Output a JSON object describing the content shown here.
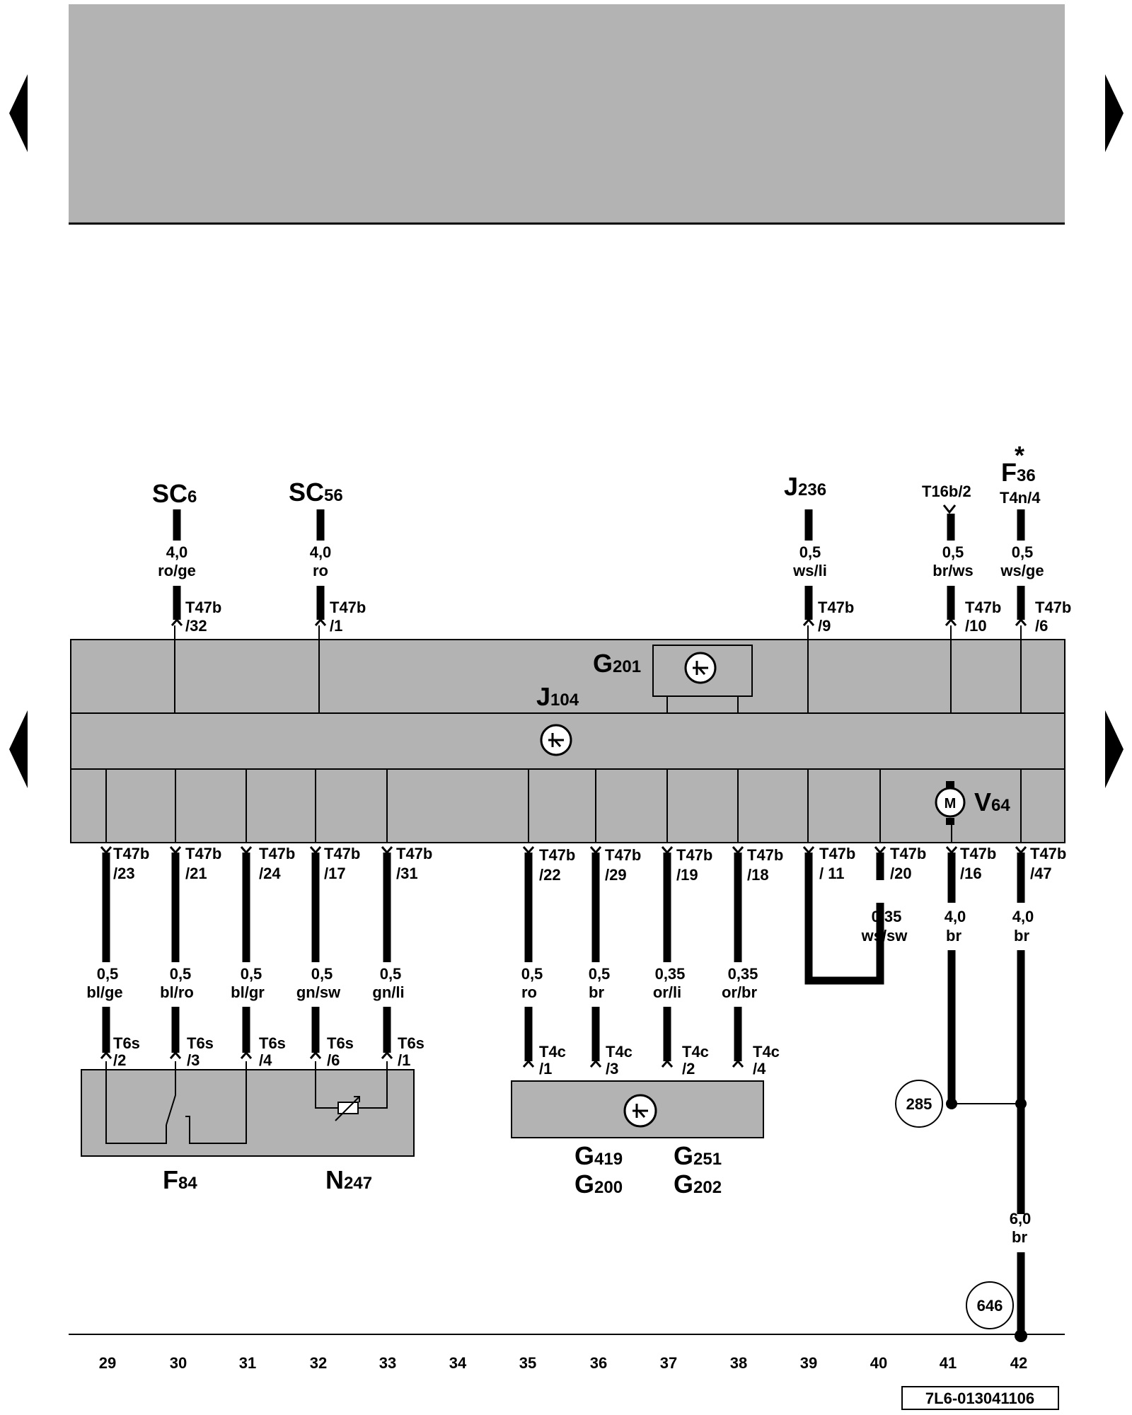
{
  "diagram_id": "7L6-013041106",
  "columns": [
    "29",
    "30",
    "31",
    "32",
    "33",
    "34",
    "35",
    "36",
    "37",
    "38",
    "39",
    "40",
    "41",
    "42"
  ],
  "components": {
    "SC6": {
      "main": "SC",
      "sub": "6"
    },
    "SC56": {
      "main": "SC",
      "sub": "56"
    },
    "J236": {
      "main": "J",
      "sub": "236"
    },
    "F36": {
      "main": "F",
      "sub": "36",
      "mark": "*",
      "connector": "T4n/4"
    },
    "T16b": {
      "connector": "T16b/2"
    },
    "G201": {
      "main": "G",
      "sub": "201"
    },
    "J104": {
      "main": "J",
      "sub": "104"
    },
    "V64": {
      "main": "V",
      "sub": "64",
      "symbol": "M"
    },
    "F84": {
      "main": "F",
      "sub": "84"
    },
    "N247": {
      "main": "N",
      "sub": "247"
    },
    "G419": {
      "main": "G",
      "sub": "419"
    },
    "G200": {
      "main": "G",
      "sub": "200"
    },
    "G251": {
      "main": "G",
      "sub": "251"
    },
    "G202": {
      "main": "G",
      "sub": "202"
    }
  },
  "top_wires": [
    {
      "gauge": "4,0",
      "color": "ro/ge",
      "plug": "T47b",
      "pin": "/32"
    },
    {
      "gauge": "4,0",
      "color": "ro",
      "plug": "T47b",
      "pin": "/1"
    },
    {
      "gauge": "0,5",
      "color": "ws/li",
      "plug": "T47b",
      "pin": "/9"
    },
    {
      "gauge": "0,5",
      "color": "br/ws",
      "plug": "T47b",
      "pin": "/10"
    },
    {
      "gauge": "0,5",
      "color": "ws/ge",
      "plug": "T47b",
      "pin": "/6"
    }
  ],
  "bottom_wires": [
    {
      "plug": "T47b",
      "pin": "/23",
      "gauge": "0,5",
      "color": "bl/ge",
      "end_plug": "T6s",
      "end_pin": "/2"
    },
    {
      "plug": "T47b",
      "pin": "/21",
      "gauge": "0,5",
      "color": "bl/ro",
      "end_plug": "T6s",
      "end_pin": "/3"
    },
    {
      "plug": "T47b",
      "pin": "/24",
      "gauge": "0,5",
      "color": "bl/gr",
      "end_plug": "T6s",
      "end_pin": "/4"
    },
    {
      "plug": "T47b",
      "pin": "/17",
      "gauge": "0,5",
      "color": "gn/sw",
      "end_plug": "T6s",
      "end_pin": "/6"
    },
    {
      "plug": "T47b",
      "pin": "/31",
      "gauge": "0,5",
      "color": "gn/li",
      "end_plug": "T6s",
      "end_pin": "/1"
    },
    {
      "plug": "T47b",
      "pin": "/22",
      "gauge": "0,5",
      "color": "ro",
      "end_plug": "T4c",
      "end_pin": "/1"
    },
    {
      "plug": "T47b",
      "pin": "/29",
      "gauge": "0,5",
      "color": "br",
      "end_plug": "T4c",
      "end_pin": "/3"
    },
    {
      "plug": "T47b",
      "pin": "/19",
      "gauge": "0,35",
      "color": "or/li",
      "end_plug": "T4c",
      "end_pin": "/2"
    },
    {
      "plug": "T47b",
      "pin": "/18",
      "gauge": "0,35",
      "color": "or/br",
      "end_plug": "T4c",
      "end_pin": "/4"
    }
  ],
  "loop_wire": {
    "pin_a_plug": "T47b",
    "pin_a": "/ 11",
    "pin_b_plug": "T47b",
    "pin_b": "/20",
    "gauge": "0,35",
    "color": "ws/sw"
  },
  "ground_wires": [
    {
      "plug": "T47b",
      "pin": "/16",
      "gauge": "4,0",
      "color": "br"
    },
    {
      "plug": "T47b",
      "pin": "/47",
      "gauge": "4,0",
      "color": "br"
    }
  ],
  "trunk_wire": {
    "gauge": "6,0",
    "color": "br"
  },
  "ground_refs": [
    "285",
    "646"
  ]
}
